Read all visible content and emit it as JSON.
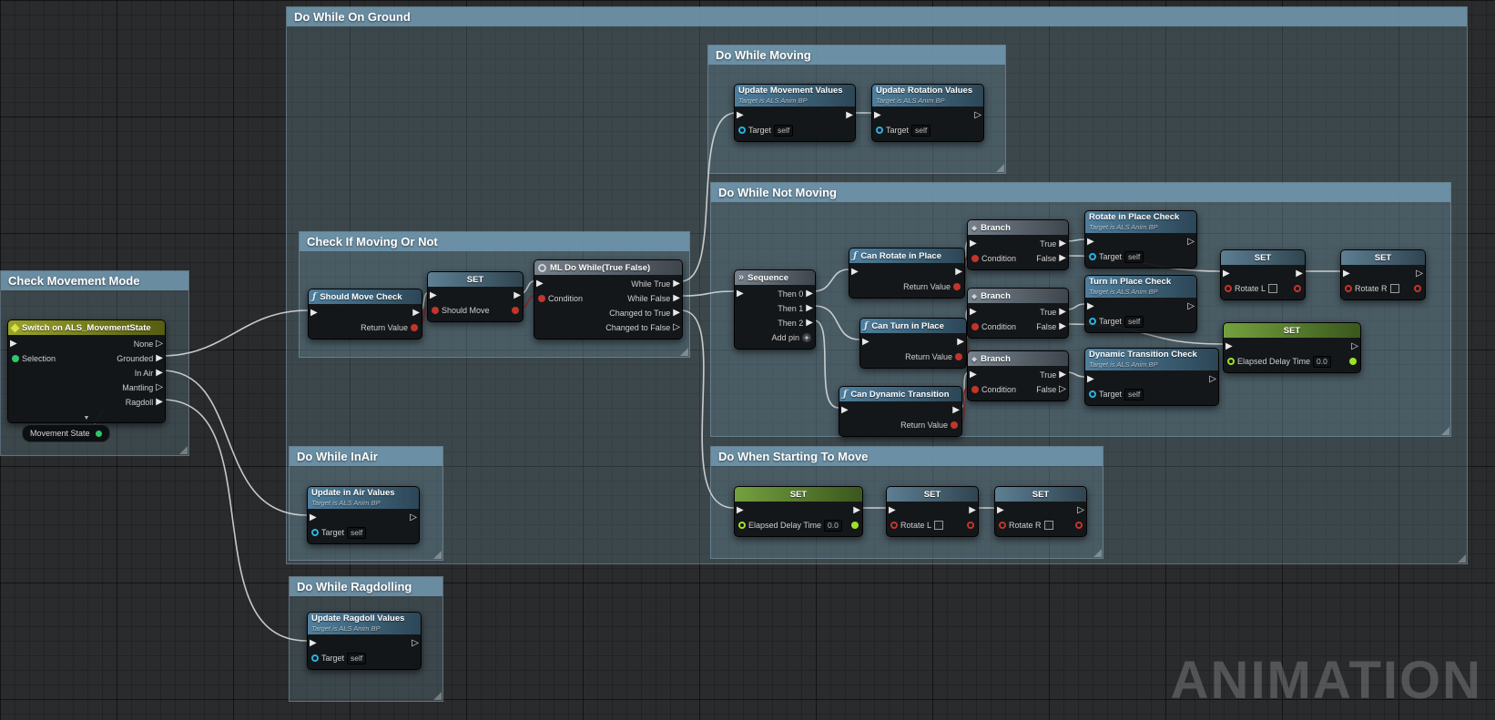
{
  "colors": {
    "exec_wire": "#d9dadb",
    "bool_wire": "#a31d1d",
    "bool_pin": "#c3352b",
    "float_pin": "#9fe029",
    "object_pin": "#2bb1e0",
    "enum_pin": "#2fc76a",
    "comment_header": "#7096ad",
    "function_header": "#4f7f9e",
    "switch_header": "#9aa329",
    "set_float_header": "#74a13e"
  },
  "watermark": "ANIMATION",
  "comments": {
    "on_ground": {
      "title": "Do While On Ground"
    },
    "moving": {
      "title": "Do While Moving"
    },
    "not_moving": {
      "title": "Do While Not Moving"
    },
    "check_if_moving": {
      "title": "Check If Moving Or Not"
    },
    "check_movement_mode": {
      "title": "Check Movement Mode"
    },
    "in_air": {
      "title": "Do While InAir"
    },
    "ragdolling": {
      "title": "Do While Ragdolling"
    },
    "when_starting": {
      "title": "Do When Starting To Move"
    }
  },
  "labels": {
    "set": "SET",
    "return_value": "Return Value",
    "condition": "Condition",
    "true": "True",
    "false": "False",
    "target": "Target",
    "self": "self",
    "target_subtitle": "Target is ALS Anim BP",
    "add_pin": "Add pin",
    "branch": "Branch",
    "sequence": "Sequence"
  },
  "nodes": {
    "switch": {
      "title": "Switch on ALS_MovementState",
      "selection": "Selection",
      "none": "None",
      "grounded": "Grounded",
      "in_air": "In Air",
      "mantling": "Mantling",
      "ragdoll": "Ragdoll",
      "bubble": "Movement State"
    },
    "should_move_check": {
      "title": "Should Move Check"
    },
    "set_should_move": {
      "pin": "Should Move"
    },
    "ml_do_while": {
      "title": "ML Do While(True False)",
      "while_true": "While True",
      "while_false": "While False",
      "changed_true": "Changed to True",
      "changed_false": "Changed to False"
    },
    "sequence": {
      "then0": "Then 0",
      "then1": "Then 1",
      "then2": "Then 2"
    },
    "can_rotate": {
      "title": "Can Rotate in Place"
    },
    "can_turn": {
      "title": "Can Turn in Place"
    },
    "can_dynamic": {
      "title": "Can Dynamic Transition"
    },
    "rotate_check": {
      "title": "Rotate in Place Check"
    },
    "turn_check": {
      "title": "Turn in Place Check"
    },
    "dynamic_check": {
      "title": "Dynamic Transition Check"
    },
    "update_movement": {
      "title": "Update Movement Values"
    },
    "update_rotation": {
      "title": "Update Rotation Values"
    },
    "update_in_air": {
      "title": "Update in Air Values"
    },
    "update_ragdoll": {
      "title": "Update Ragdoll Values"
    },
    "set_rotate_l": {
      "pin": "Rotate L"
    },
    "set_rotate_r": {
      "pin": "Rotate R"
    },
    "set_elapsed": {
      "pin": "Elapsed Delay Time",
      "value": "0.0"
    }
  }
}
